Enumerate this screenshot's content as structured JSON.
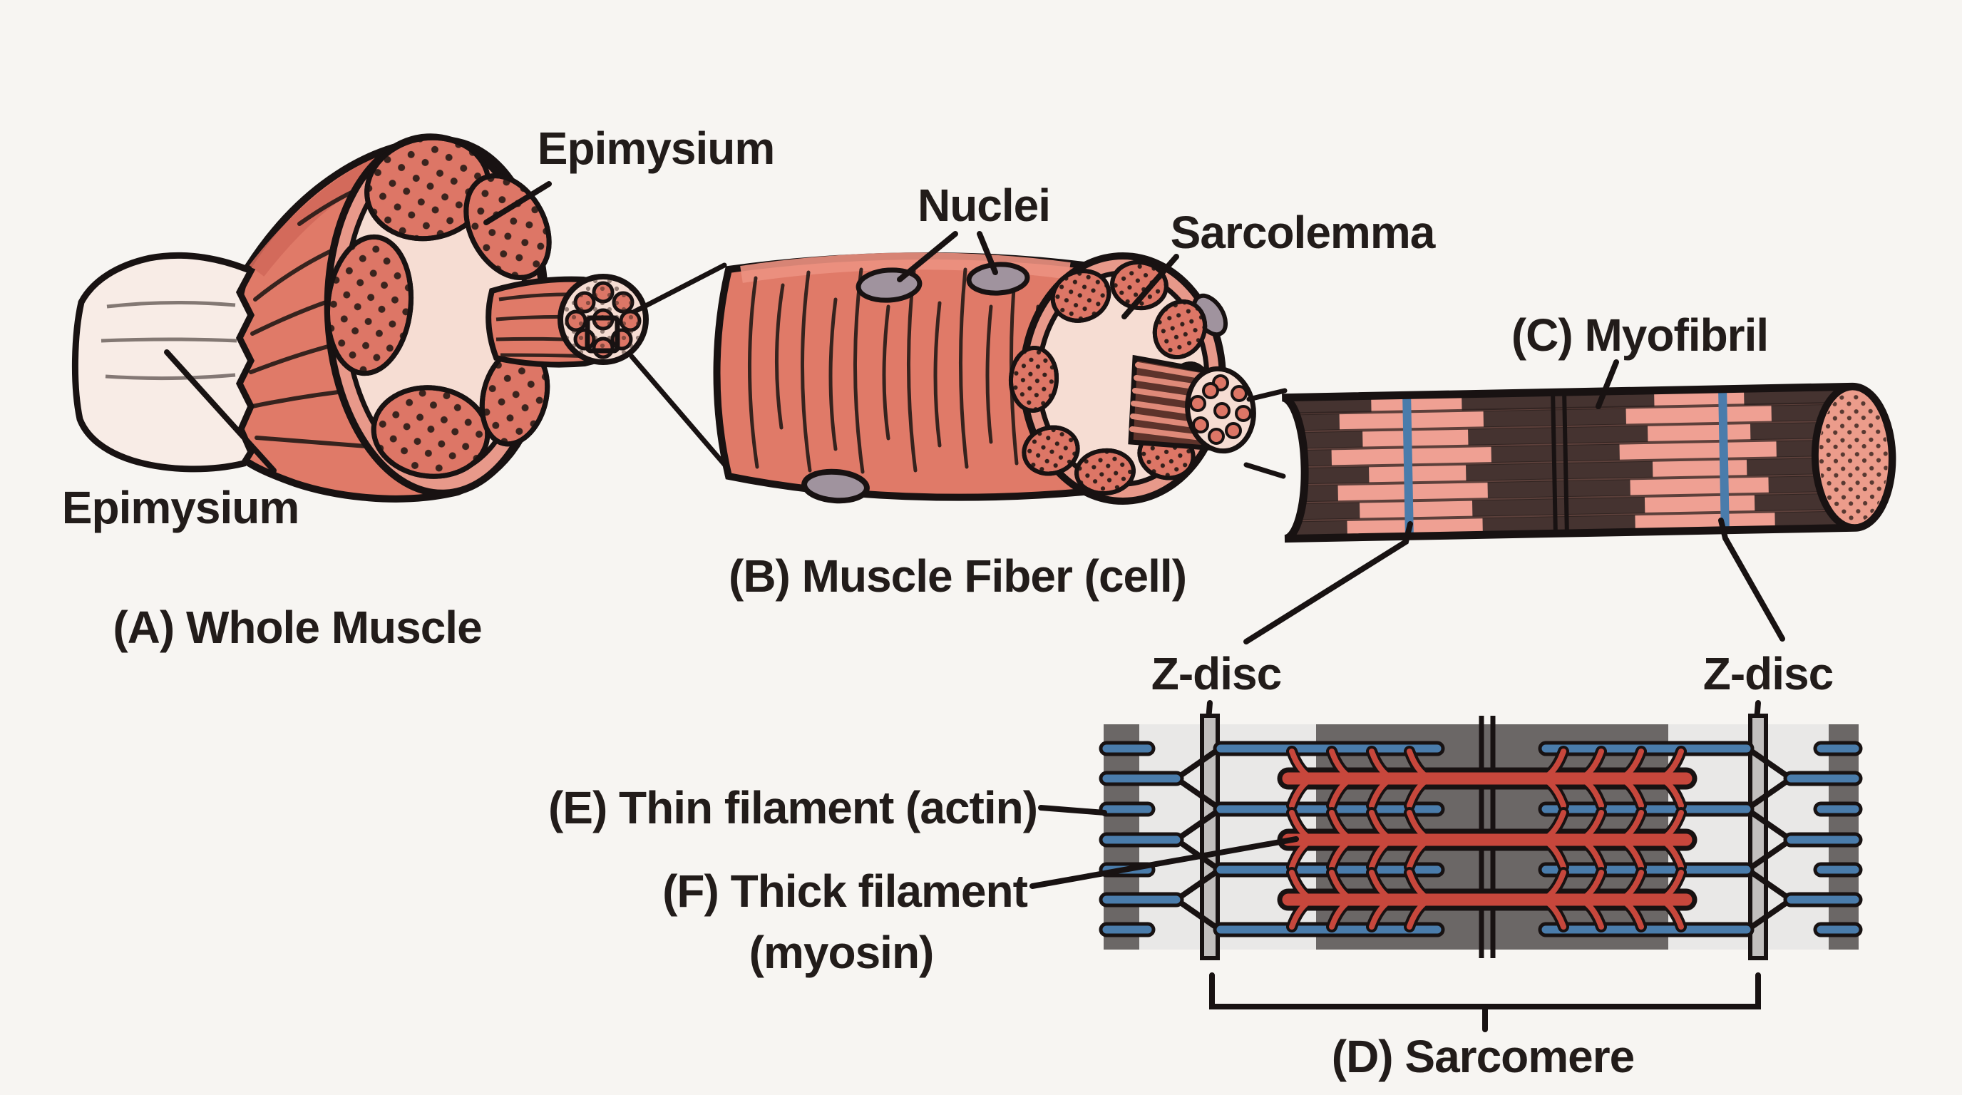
{
  "figure": {
    "type": "anatomy-illustration",
    "subject": "Skeletal muscle structure: whole muscle to sarcomere"
  },
  "labels": {
    "epimysium_top": "Epimysium",
    "epimysium_side": "Epimysium",
    "whole_muscle": "(A) Whole Muscle",
    "nuclei": "Nuclei",
    "sarcolemma": "Sarcolemma",
    "muscle_fiber": "(B) Muscle Fiber (cell)",
    "myofibril": "(C) Myofibril",
    "z_disc_left": "Z-disc",
    "z_disc_right": "Z-disc",
    "sarcomere": "(D) Sarcomere",
    "thin_filament": "(E) Thin filament (actin)",
    "thick_filament": "(F) Thick filament",
    "thick_filament_sub": "(myosin)"
  },
  "colors": {
    "background": "#f7f5f2",
    "outline": "#181212",
    "muscle_salmon": "#e07a68",
    "muscle_shade": "#d2685a",
    "muscle_highlight": "#ec9181",
    "connective_pale": "#f6ddd3",
    "fascicle": "#dd7666",
    "tendon": "#f8ece6",
    "nucleus_gray": "#a0939e",
    "myofibril_pink_band": "#efa093",
    "myofibril_dark_band": "#453330",
    "z_line_blue": "#4a7cab",
    "thin_filament_blue": "#4a7cab",
    "thick_filament_red": "#c7473c",
    "a_band_dark": "#6b6766",
    "i_band_light": "#e9e8e7",
    "z_disc_bar": "#c2bfbe"
  }
}
